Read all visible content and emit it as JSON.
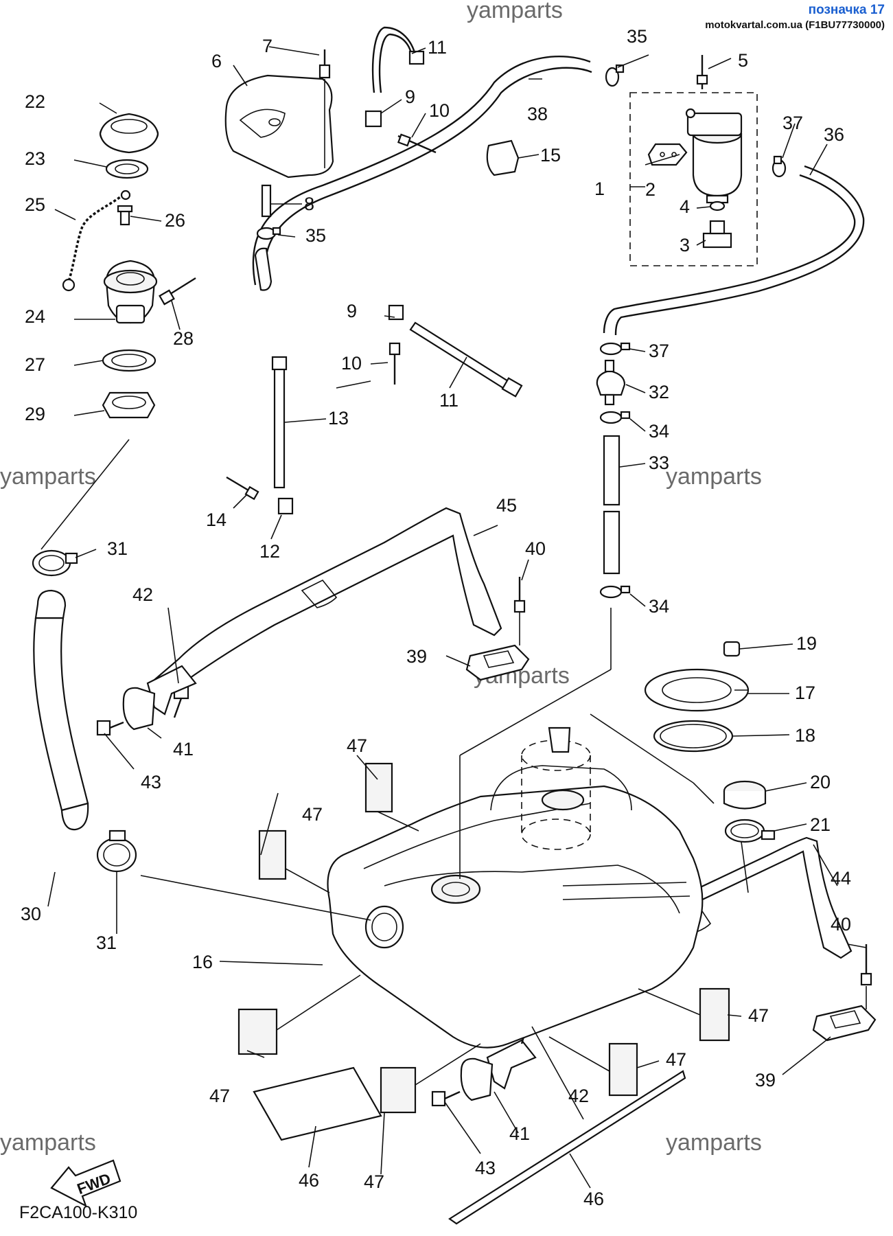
{
  "header": {
    "link_label": "позначка 17",
    "source": "motokvartal.com.ua (F1BU77730000)"
  },
  "watermark": "yamparts",
  "diagram_code": "F2CA100-K310",
  "fwd_label": "FWD",
  "parts": [
    {
      "id": "p1",
      "number": "1"
    },
    {
      "id": "p2",
      "number": "2"
    },
    {
      "id": "p3",
      "number": "3"
    },
    {
      "id": "p4",
      "number": "4"
    },
    {
      "id": "p5",
      "number": "5"
    },
    {
      "id": "p6",
      "number": "6"
    },
    {
      "id": "p7",
      "number": "7"
    },
    {
      "id": "p8",
      "number": "8"
    },
    {
      "id": "p9a",
      "number": "9"
    },
    {
      "id": "p9b",
      "number": "9"
    },
    {
      "id": "p10a",
      "number": "10"
    },
    {
      "id": "p10b",
      "number": "10"
    },
    {
      "id": "p11a",
      "number": "11"
    },
    {
      "id": "p11b",
      "number": "11"
    },
    {
      "id": "p12",
      "number": "12"
    },
    {
      "id": "p13",
      "number": "13"
    },
    {
      "id": "p14",
      "number": "14"
    },
    {
      "id": "p15",
      "number": "15"
    },
    {
      "id": "p16",
      "number": "16"
    },
    {
      "id": "p17",
      "number": "17"
    },
    {
      "id": "p18",
      "number": "18"
    },
    {
      "id": "p19",
      "number": "19"
    },
    {
      "id": "p20",
      "number": "20"
    },
    {
      "id": "p21",
      "number": "21"
    },
    {
      "id": "p22",
      "number": "22"
    },
    {
      "id": "p23",
      "number": "23"
    },
    {
      "id": "p24",
      "number": "24"
    },
    {
      "id": "p25",
      "number": "25"
    },
    {
      "id": "p26",
      "number": "26"
    },
    {
      "id": "p27",
      "number": "27"
    },
    {
      "id": "p28",
      "number": "28"
    },
    {
      "id": "p29",
      "number": "29"
    },
    {
      "id": "p30",
      "number": "30"
    },
    {
      "id": "p31a",
      "number": "31"
    },
    {
      "id": "p31b",
      "number": "31"
    },
    {
      "id": "p32",
      "number": "32"
    },
    {
      "id": "p33",
      "number": "33"
    },
    {
      "id": "p34a",
      "number": "34"
    },
    {
      "id": "p34b",
      "number": "34"
    },
    {
      "id": "p35a",
      "number": "35"
    },
    {
      "id": "p35b",
      "number": "35"
    },
    {
      "id": "p36",
      "number": "36"
    },
    {
      "id": "p37a",
      "number": "37"
    },
    {
      "id": "p37b",
      "number": "37"
    },
    {
      "id": "p38",
      "number": "38"
    },
    {
      "id": "p39a",
      "number": "39"
    },
    {
      "id": "p39b",
      "number": "39"
    },
    {
      "id": "p40a",
      "number": "40"
    },
    {
      "id": "p40b",
      "number": "40"
    },
    {
      "id": "p41a",
      "number": "41"
    },
    {
      "id": "p41b",
      "number": "41"
    },
    {
      "id": "p42a",
      "number": "42"
    },
    {
      "id": "p42b",
      "number": "42"
    },
    {
      "id": "p43a",
      "number": "43"
    },
    {
      "id": "p43b",
      "number": "43"
    },
    {
      "id": "p44",
      "number": "44"
    },
    {
      "id": "p45",
      "number": "45"
    },
    {
      "id": "p46a",
      "number": "46"
    },
    {
      "id": "p46b",
      "number": "46"
    },
    {
      "id": "p47a",
      "number": "47"
    },
    {
      "id": "p47b",
      "number": "47"
    },
    {
      "id": "p47c",
      "number": "47"
    },
    {
      "id": "p47d",
      "number": "47"
    },
    {
      "id": "p47e",
      "number": "47"
    },
    {
      "id": "p47f",
      "number": "47"
    }
  ]
}
